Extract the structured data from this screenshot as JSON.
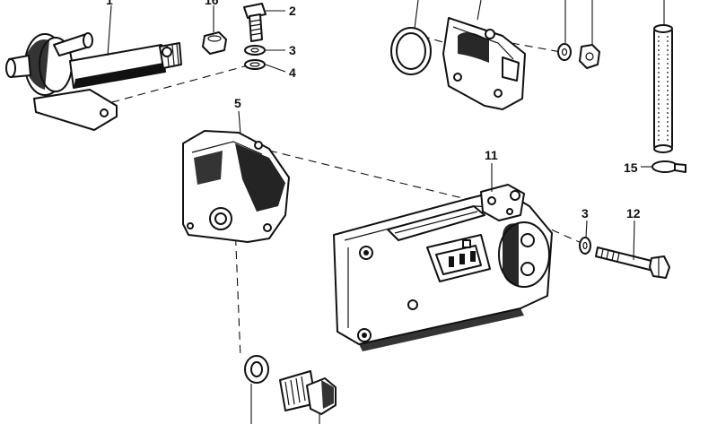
{
  "diagram": {
    "part_labels": {
      "p1": "1",
      "p16": "16",
      "p2": "2",
      "p3_top": "3",
      "p4": "4",
      "p5": "5",
      "p11": "11",
      "p3_right": "3",
      "p12": "12",
      "p15": "15"
    }
  }
}
